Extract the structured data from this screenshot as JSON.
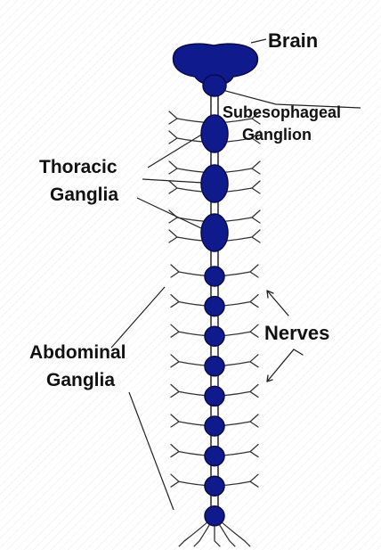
{
  "labels": {
    "brain": "Brain",
    "subesophageal_line1": "Subesophageal",
    "subesophageal_line2": "Ganglion",
    "thoracic_line1": "Thoracic",
    "thoracic_line2": "Ganglia",
    "nerves": "Nerves",
    "abdominal_line1": "Abdominal",
    "abdominal_line2": "Ganglia"
  },
  "colors": {
    "ganglion_fill": "#0f1a8c",
    "ganglion_stroke": "#0a0a4a",
    "line": "#222222",
    "text": "#111111"
  },
  "structure": {
    "thoracic_ganglia_count": 3,
    "abdominal_ganglia_count": 9
  }
}
